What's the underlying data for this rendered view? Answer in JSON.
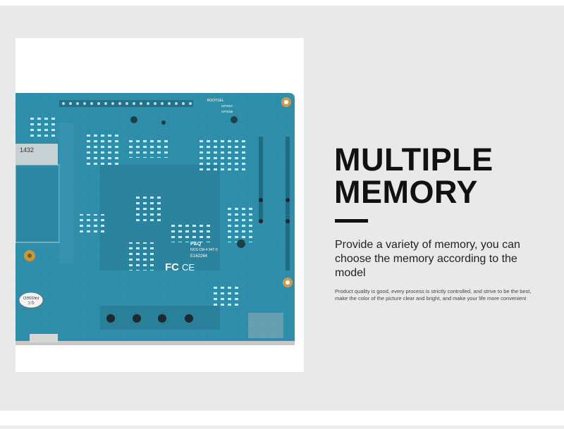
{
  "headline": {
    "line1": "MULTIPLE",
    "line2": "MEMORY"
  },
  "lead_text": "Provide a variety of memory, you can choose the memory according to the model",
  "fine_print": "Product quality is good, every process is strictly controlled, and strive to be the best, make the color of the picture clear and bright, and make your life more convenient",
  "board_markings": {
    "bootsel": "BOOTSEL",
    "gpio1": "GPIO57",
    "gpio2": "GPIO58",
    "chip": "1432",
    "pq": "P&Q",
    "model": "NOS CM-4 94T-0",
    "id": "E162264",
    "fc": "FC",
    "ce": "CE",
    "qc1": "Q.C",
    "qc2": "PASSED"
  },
  "colors": {
    "band_bg": "#e9e9e9",
    "board": "#2f8eaa",
    "text": "#111111"
  }
}
